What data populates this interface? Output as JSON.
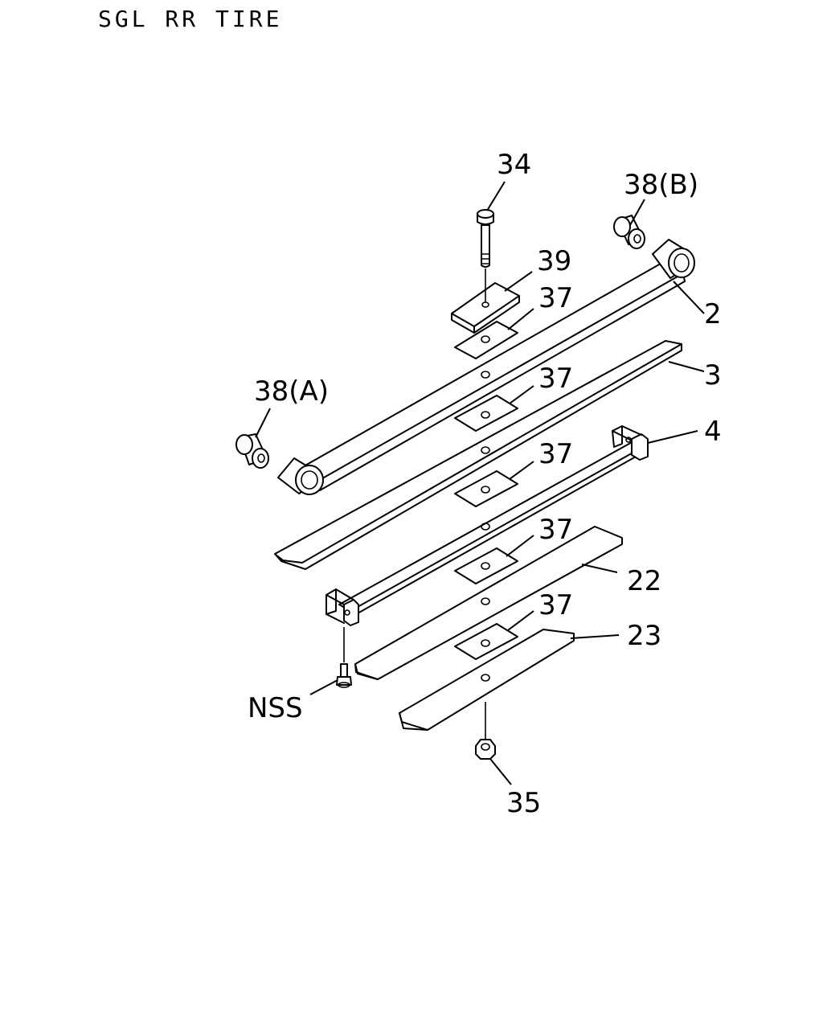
{
  "title": "SGL RR TIRE",
  "callouts": {
    "bolt": "34",
    "bushing_b": "38(B)",
    "plate": "39",
    "spacer_top": "37",
    "main_leaf": "2",
    "leaf_3": "3",
    "bushing_a": "38(A)",
    "spacer_2": "37",
    "leaf_4": "4",
    "spacer_3": "37",
    "spacer_4": "37",
    "leaf_22": "22",
    "spacer_5": "37",
    "leaf_23": "23",
    "nss": "NSS",
    "nut": "35"
  }
}
